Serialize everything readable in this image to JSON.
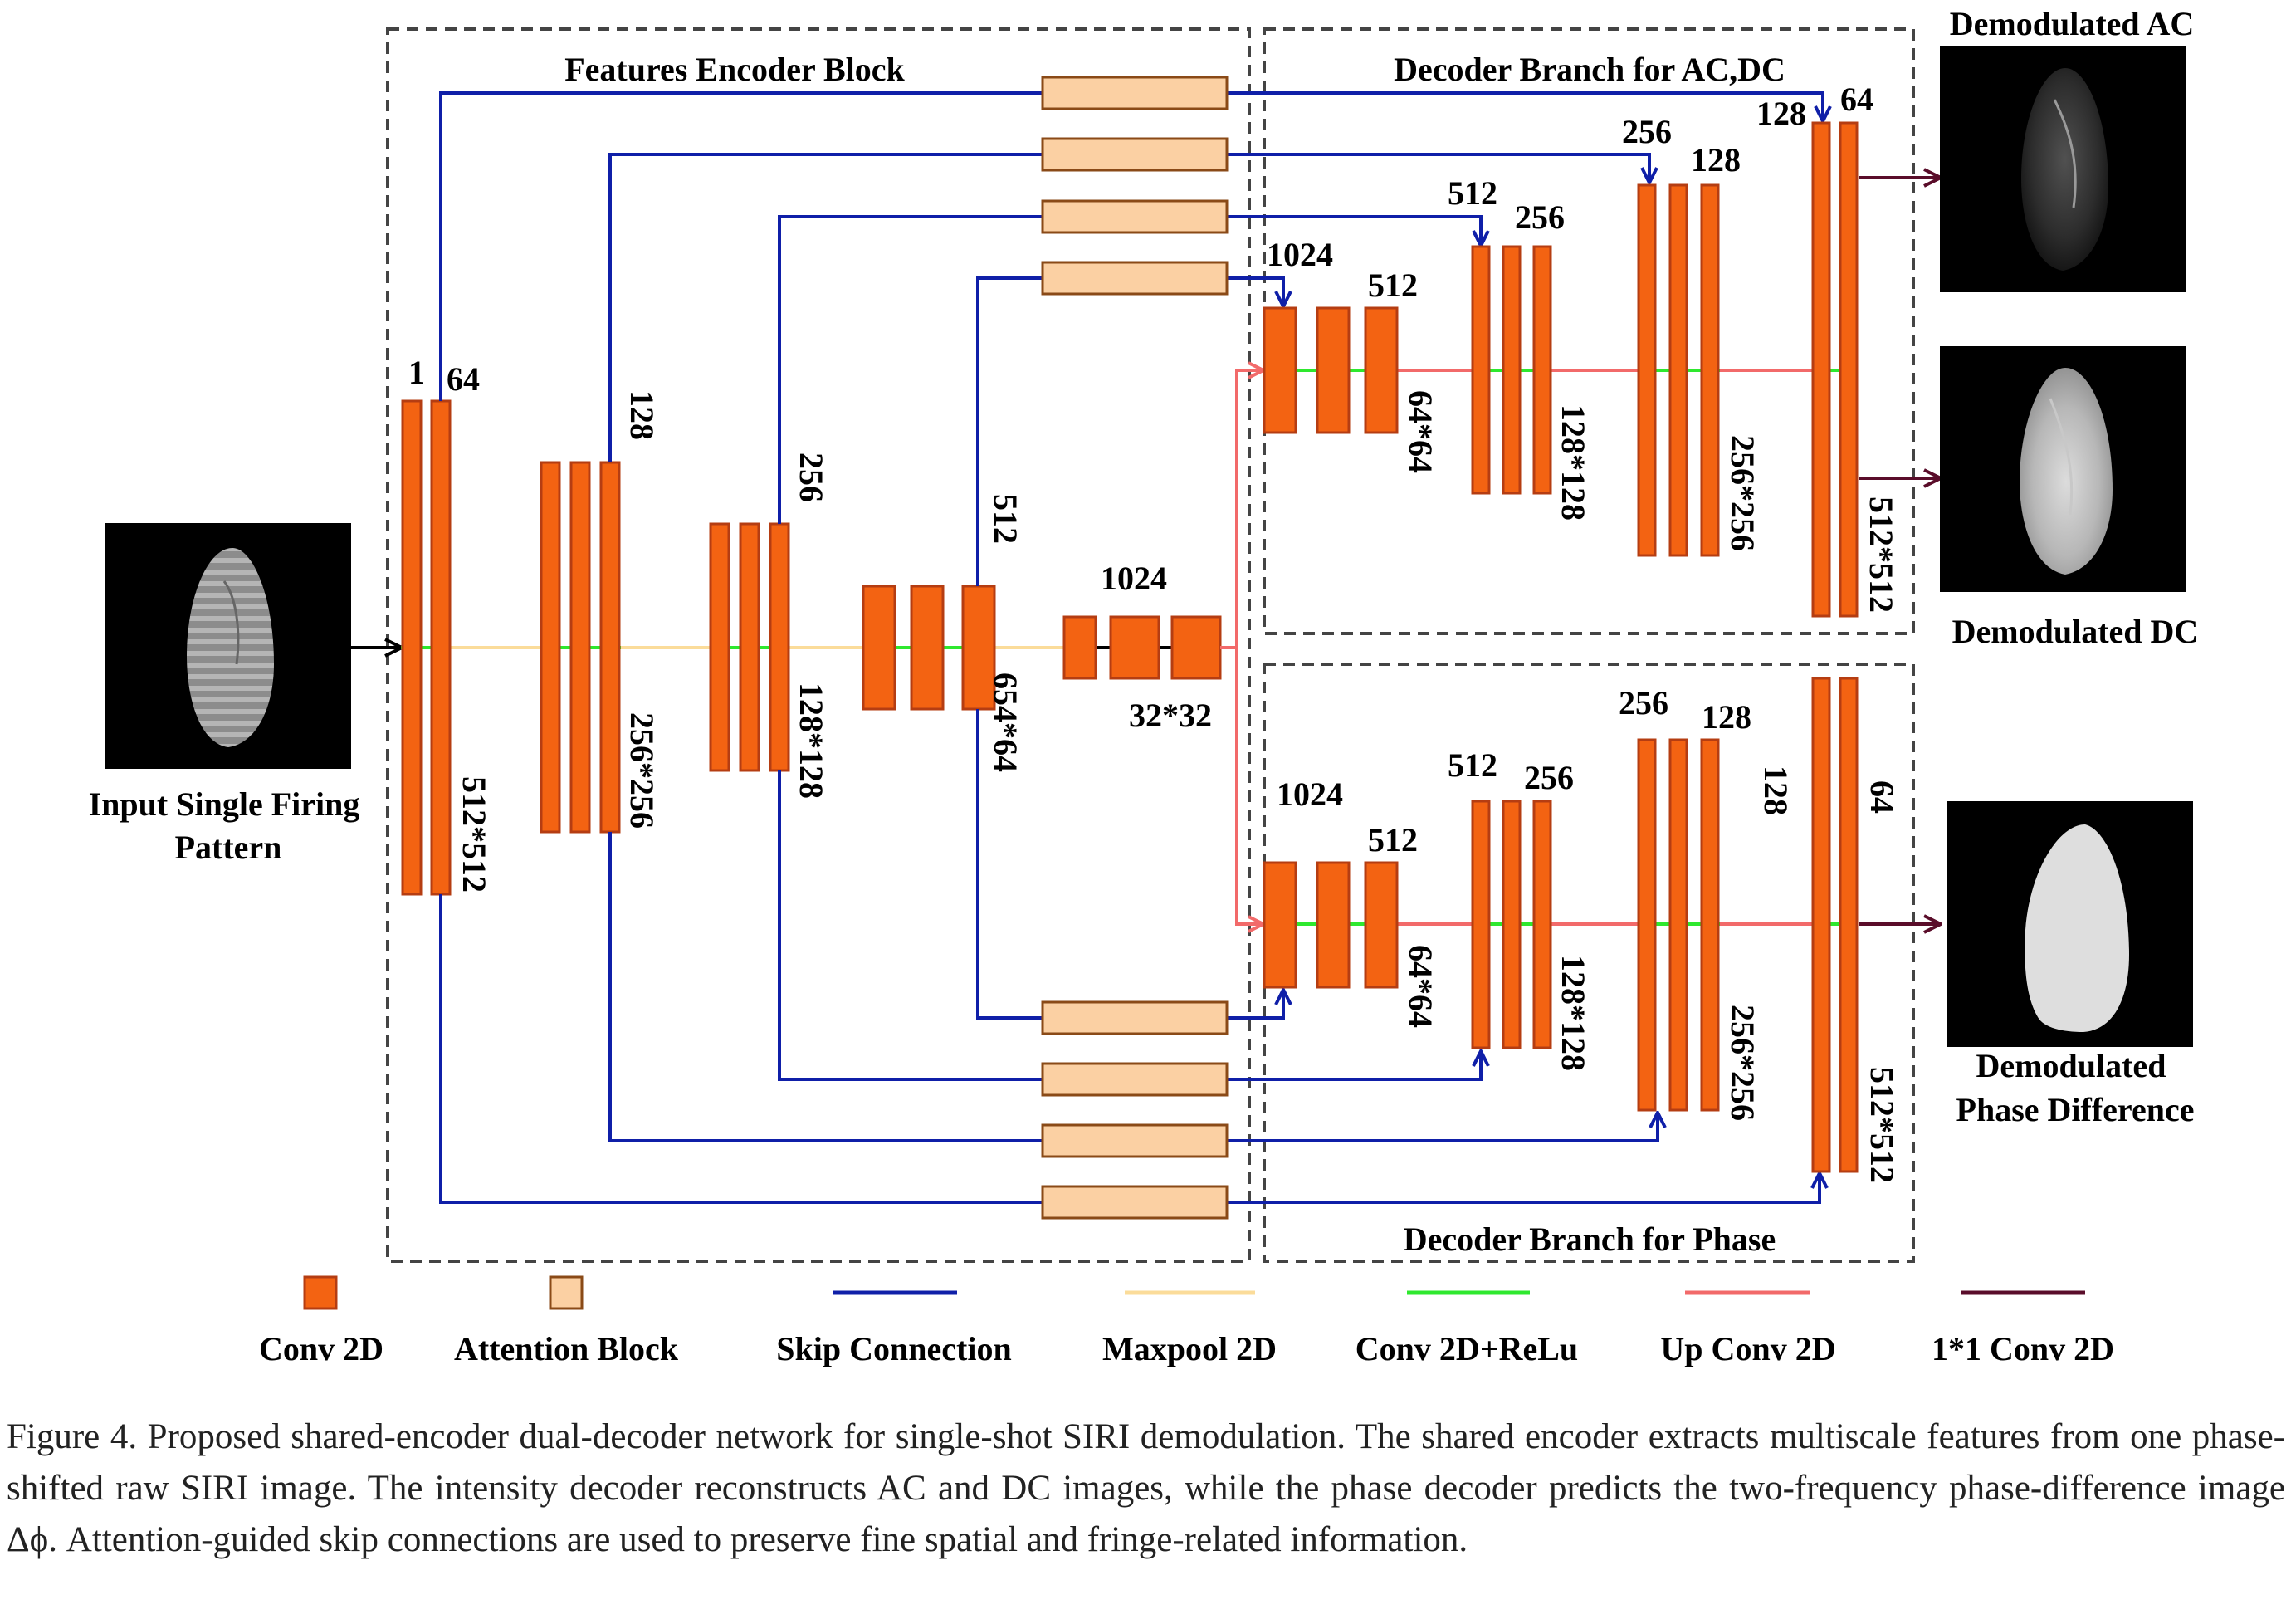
{
  "block_titles": {
    "encoder": "Features Encoder Block",
    "decoder_acdc": "Decoder Branch for AC,DC",
    "decoder_phase": "Decoder Branch for Phase"
  },
  "input_label": [
    "Input Single Firing",
    "Pattern"
  ],
  "outputs": {
    "ac": "Demodulated AC",
    "dc": "Demodulated DC",
    "phase": [
      "Demodulated",
      "Phase Difference"
    ]
  },
  "encoder_labels": {
    "in_ch": "1",
    "ch64": "64",
    "res512": "512*512",
    "ch128": "128",
    "res256": "256*256",
    "ch256": "256",
    "res128": "128*128",
    "ch512": "512",
    "res64": "654*64",
    "ch1024": "1024",
    "res32": "32*32"
  },
  "decoder_top_labels": {
    "ch1024": "1024",
    "ch512": "512",
    "res64": "64*64",
    "ch512b": "512",
    "ch256": "256",
    "res128": "128*128",
    "ch256b": "256",
    "ch128": "128",
    "res256": "256*256",
    "ch128b": "128",
    "ch64": "64",
    "res512": "512*512"
  },
  "decoder_bottom_labels": {
    "ch1024": "1024",
    "ch512": "512",
    "res64": "64*64",
    "ch512b": "512",
    "ch256": "256",
    "res128": "128*128",
    "ch256b": "256",
    "ch128": "128",
    "res256": "256*256",
    "ch128b": "128",
    "ch64": "64",
    "res512": "512*512"
  },
  "legend": [
    {
      "label": "Conv 2D",
      "color": "#f36312"
    },
    {
      "label": "Attention Block",
      "color": "#fbd0a3"
    },
    {
      "label": "Skip Connection",
      "color": "#0f1fa8"
    },
    {
      "label": "Maxpool 2D",
      "color": "#fbdc9a"
    },
    {
      "label": "Conv 2D+ReLu",
      "color": "#2ee82e"
    },
    {
      "label": "Up Conv 2D",
      "color": "#f26a6a"
    },
    {
      "label": "1*1 Conv 2D",
      "color": "#5a0d2a"
    }
  ],
  "caption": "Figure 4. Proposed shared-encoder dual-decoder network for single-shot SIRI demodulation. The shared encoder extracts multiscale features from one phase-shifted raw SIRI image. The intensity decoder reconstructs AC and DC images, while the phase decoder predicts the two-frequency phase-difference image Δϕ. Attention-guided skip connections are used to preserve fine spatial and fringe-related information."
}
